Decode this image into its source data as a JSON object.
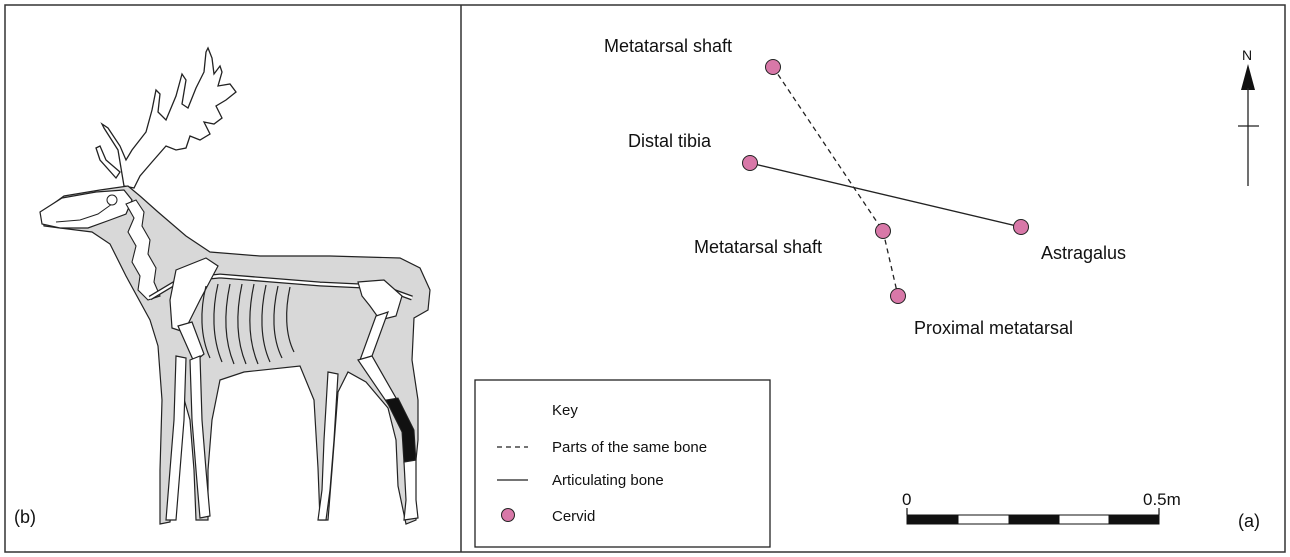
{
  "panels": {
    "left_label": "(b)",
    "right_label": "(a)"
  },
  "points": [
    {
      "label": "Metatarsal shaft"
    },
    {
      "label": "Distal tibia"
    },
    {
      "label": "Metatarsal shaft"
    },
    {
      "label": "Astragalus"
    },
    {
      "label": "Proximal metatarsal"
    }
  ],
  "key": {
    "title": "Key",
    "items": [
      {
        "label": "Parts of the same bone",
        "symbol": "dashed-line"
      },
      {
        "label": "Articulating bone",
        "symbol": "solid-line"
      },
      {
        "label": "Cervid",
        "symbol": "pink-dot"
      }
    ]
  },
  "north_label": "N",
  "scale": {
    "start": "0",
    "end": "0.5m"
  },
  "colors": {
    "point_fill": "#d878a8",
    "animal_fill": "#d8d8d8",
    "frame": "#333333"
  }
}
